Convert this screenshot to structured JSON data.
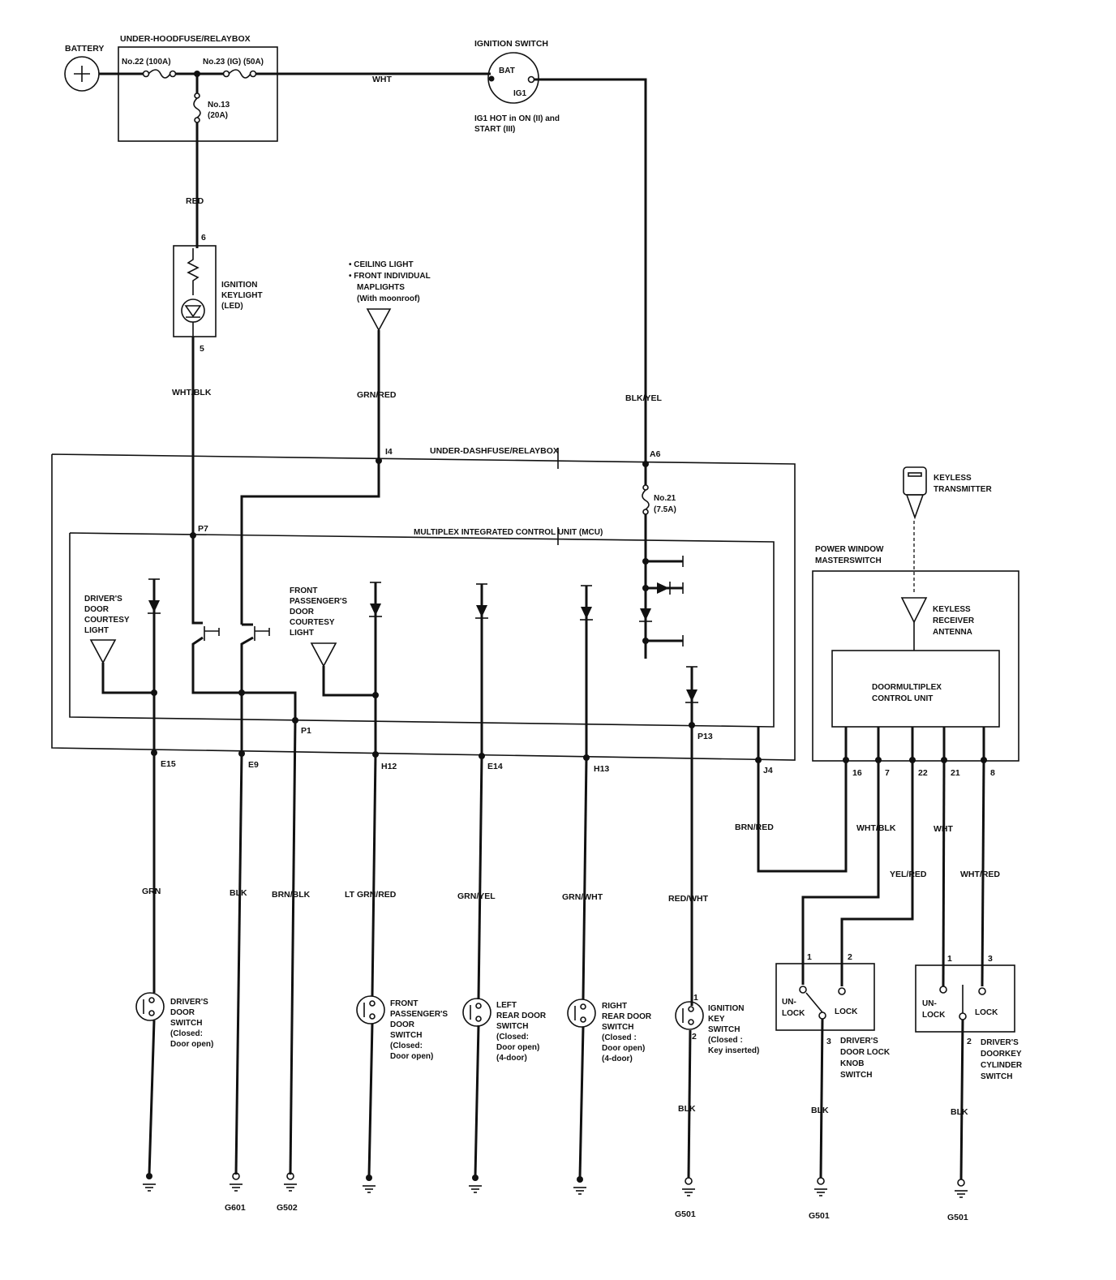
{
  "top": {
    "battery": "BATTERY",
    "underhood_box": "UNDER-HOODFUSE/RELAYBOX",
    "fuse22": "No.22 (100A)",
    "fuse23": "No.23 (IG) (50A)",
    "fuse13_a": "No.13",
    "fuse13_b": "(20A)",
    "ignition_switch": "IGNITION SWITCH",
    "bat": "BAT",
    "ig1": "IG1",
    "ig1_note_a": "IG1 HOT in ON (II) and",
    "ig1_note_b": "START (III)",
    "wire_wht": "WHT",
    "wire_red": "RED"
  },
  "key_light": {
    "pin_top": "6",
    "pin_bottom": "5",
    "l1": "IGNITION",
    "l2": "KEYLIGHT",
    "l3": "(LED)",
    "wire_out": "WHT/BLK"
  },
  "ceiling": {
    "l1": "•  CEILING LIGHT",
    "l2": "•  FRONT INDIVIDUAL",
    "l3": "MAPLIGHTS",
    "l4": "(With moonroof)",
    "wire": "GRN/RED"
  },
  "blk_yel": "BLK/YEL",
  "underdash": {
    "label": "UNDER-DASHFUSE/RELAYBOX",
    "pin_i4": "I4",
    "pin_a6": "A6",
    "fuse21_a": "No.21",
    "fuse21_b": "(7.5A)",
    "pin_p7": "P7",
    "pin_p1": "P1",
    "pin_p13": "P13",
    "pin_j4": "J4"
  },
  "mcu": {
    "label": "MULTIPLEX INTEGRATED CONTROL UNIT (MCU)",
    "drv_light": [
      "DRIVER'S",
      "DOOR",
      "COURTESY",
      "LIGHT"
    ],
    "fp_light": [
      "FRONT",
      "PASSENGER'S",
      "DOOR",
      "COURTESY",
      "LIGHT"
    ]
  },
  "keyless": {
    "transmitter_a": "KEYLESS",
    "transmitter_b": "TRANSMITTER",
    "pwm_a": "POWER WINDOW",
    "pwm_b": "MASTERSWITCH",
    "antenna_a": "KEYLESS",
    "antenna_b": "RECEIVER",
    "antenna_c": "ANTENNA",
    "dmcu_a": "DOORMULTIPLEX",
    "dmcu_b": "CONTROL UNIT",
    "pins": [
      "16",
      "7",
      "22",
      "21",
      "8"
    ]
  },
  "connectors": {
    "e15": "E15",
    "e9": "E9",
    "h12": "H12",
    "e14": "E14",
    "h13": "H13"
  },
  "wires": {
    "grn": "GRN",
    "blk": "BLK",
    "brn_blk": "BRN/BLK",
    "ltgrn_red": "LT GRN/RED",
    "grn_yel": "GRN/YEL",
    "grn_wht": "GRN/WHT",
    "red_wht": "RED/WHT",
    "brn_red": "BRN/RED",
    "wht_blk": "WHT/BLK",
    "wht": "WHT",
    "yel_red": "YEL/RED",
    "wht_red": "WHT/RED",
    "blk_a": "BLK",
    "blk_b": "BLK",
    "blk_c": "BLK"
  },
  "switches": {
    "drv_door": [
      "DRIVER'S",
      "DOOR",
      "SWITCH",
      "(Closed:",
      "Door open)"
    ],
    "fp_door": [
      "FRONT",
      "PASSENGER'S",
      "DOOR",
      "SWITCH",
      "(Closed:",
      "Door open)"
    ],
    "lr_door": [
      "LEFT",
      "REAR DOOR",
      "SWITCH",
      "(Closed:",
      "Door open)",
      "(4-door)"
    ],
    "rr_door": [
      "RIGHT",
      "REAR DOOR",
      "SWITCH",
      "(Closed :",
      "Door open)",
      "(4-door)"
    ],
    "ign_key": [
      "IGNITION",
      "KEY",
      "SWITCH",
      "(Closed :",
      "Key inserted)"
    ],
    "ign_pin1": "1",
    "ign_pin2": "2",
    "knob_pins": [
      "1",
      "2",
      "3"
    ],
    "knob_unlock_a": "UN-",
    "knob_unlock_b": "LOCK",
    "knob_lock": "LOCK",
    "knob_label": [
      "DRIVER'S",
      "DOOR LOCK",
      "KNOB",
      "SWITCH"
    ],
    "cyl_pins": [
      "1",
      "3",
      "2"
    ],
    "cyl_unlock_a": "UN-",
    "cyl_unlock_b": "LOCK",
    "cyl_lock": "LOCK",
    "cyl_label": [
      "DRIVER'S",
      "DOORKEY",
      "CYLINDER",
      "SWITCH"
    ]
  },
  "grounds": {
    "g601": "G601",
    "g502": "G502",
    "g501_a": "G501",
    "g501_b": "G501",
    "g501_c": "G501"
  }
}
